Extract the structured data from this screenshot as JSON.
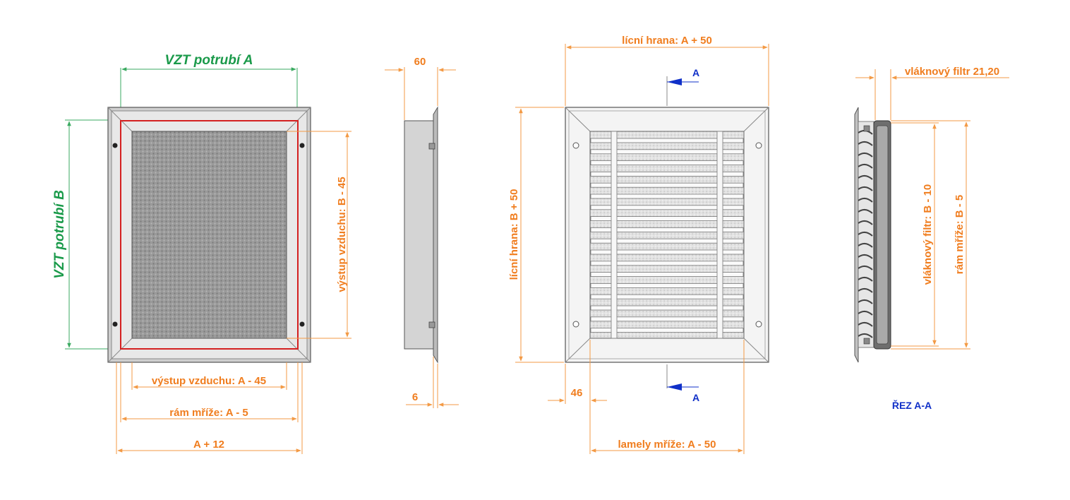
{
  "colors": {
    "dimension": "#f07d1e",
    "duct": "#1a9a4a",
    "section": "#1030c8",
    "filter_frame": "#d42020"
  },
  "front_view": {
    "duct_width_label": "VZT potrubí A",
    "duct_height_label": "VZT potrubí B",
    "outlet_height_label": "výstup vzduchu: B - 45",
    "outlet_width_label": "výstup vzduchu: A - 45",
    "frame_width_label": "rám mříže: A - 5",
    "total_width_label": "A + 12"
  },
  "side_view": {
    "depth_label": "60",
    "face_thickness_label": "6"
  },
  "grille_view": {
    "face_width_label": "lícní hrana: A + 50",
    "face_height_label": "lícní hrana: B + 50",
    "section_marker_top": "A",
    "section_marker_bottom": "A",
    "border_label": "46",
    "louvers_label": "lamely mříže: A - 50"
  },
  "section_view": {
    "filter_thickness_label": "vláknový filtr 21,20",
    "filter_height_label": "vláknový filtr:  B - 10",
    "frame_height_label": "rám mříže:  B - 5",
    "title": "ŘEZ A-A"
  }
}
